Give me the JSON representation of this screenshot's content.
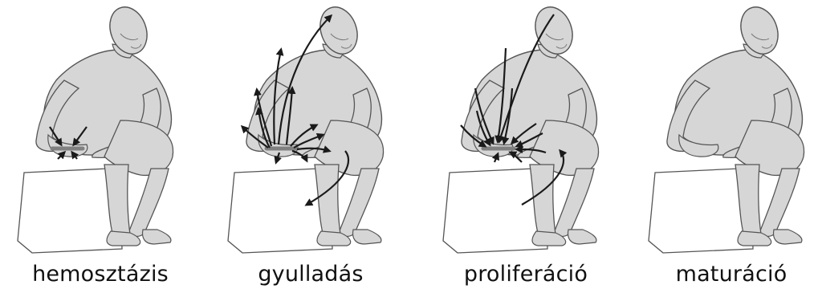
{
  "stages": [
    {
      "label": "hemosztázis"
    },
    {
      "label": "gyulladás"
    },
    {
      "label": "proliferáció"
    },
    {
      "label": "maturáció"
    }
  ],
  "colors": {
    "skin": "#d6d6d6",
    "outline": "#555555",
    "arrow": "#1a1a1a",
    "wound": "#808080"
  }
}
